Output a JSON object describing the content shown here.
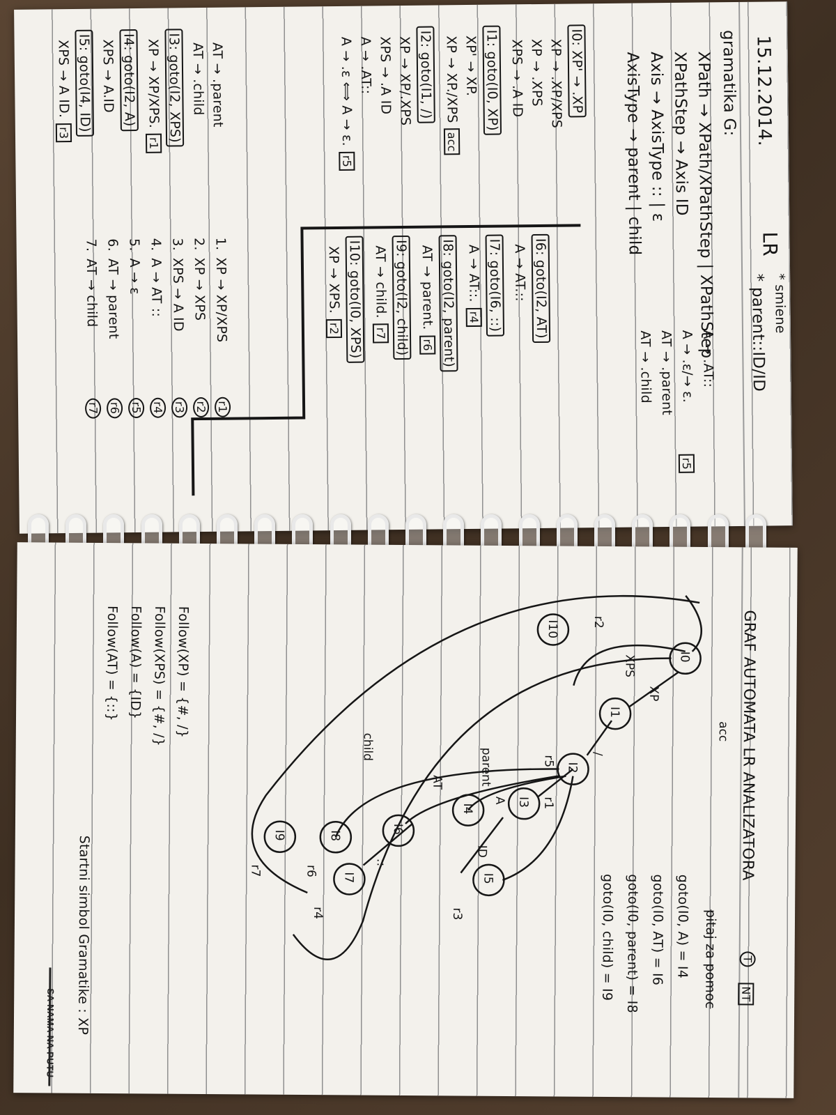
{
  "top_page": {
    "date": "15.12.2014.",
    "title": "LR",
    "header_note": "* parent::ID/ID",
    "header_note_top": "* smiene",
    "grammar_title": "gramatika G:",
    "grammar_rules": [
      "XPath → XPath/XPathStep | XPathStep",
      "XPathStep → Axis ID",
      "Axis → AxisType :: | ε",
      "AxisType → parent | child"
    ],
    "side_rules": [
      "A → .AT::",
      "A → .ε/→ ε.",
      "AT → .parent",
      "AT → .child"
    ],
    "side_tag": "r5",
    "states_col1": [
      {
        "head": "I0: XP' → .XP",
        "items": [
          "XP → .XP/XPS",
          "XP → .XPS",
          "XPS → .A ID"
        ]
      },
      {
        "head": "I1: goto(I0, XP)",
        "items": [
          "XP' → XP.",
          "XP → XP./XPS"
        ],
        "tag": "acc"
      },
      {
        "head": "I2: goto(I1, /)",
        "items": [
          "XP → XP/.XPS",
          "XPS → .A ID",
          "A → .AT::",
          "A → .ε ⟺ A → ε."
        ],
        "tag": "r5"
      },
      {
        "head": "I3: goto(I2, XPS)",
        "items": [
          "XP → XP/XPS."
        ],
        "tag": "r1"
      },
      {
        "head": "I4: goto(I2, A)",
        "items": [
          "XPS → A.ID"
        ]
      },
      {
        "head": "I5: goto(I4, ID)",
        "items": [
          "XPS → A ID."
        ],
        "tag": "r3"
      }
    ],
    "extra_items": [
      "AT → .parent",
      "AT → .child"
    ],
    "states_col2": [
      {
        "head": "I6: goto(I2, AT)",
        "items": [
          "A → AT.::"
        ]
      },
      {
        "head": "I7: goto(I6, ::)",
        "items": [
          "A → AT::."
        ],
        "tag": "r4"
      },
      {
        "head": "I8: goto(I2, parent)",
        "items": [
          "AT → parent."
        ],
        "tag": "r6"
      },
      {
        "head": "I9: goto(I2, child)",
        "items": [
          "AT → child."
        ],
        "tag": "r7"
      },
      {
        "head": "I10: goto(I0, XPS)",
        "items": [
          "XP → XPS."
        ],
        "tag": "r2"
      }
    ],
    "numbered_rules": [
      {
        "n": "1.",
        "rule": "XP → XP/XPS",
        "tag": "r1"
      },
      {
        "n": "2.",
        "rule": "XP → XPS",
        "tag": "r2"
      },
      {
        "n": "3.",
        "rule": "XPS → A ID",
        "tag": "r3"
      },
      {
        "n": "4.",
        "rule": "A → AT ::",
        "tag": "r4"
      },
      {
        "n": "5.",
        "rule": "A → ε",
        "tag": "r5"
      },
      {
        "n": "6.",
        "rule": "AT → parent",
        "tag": "r6"
      },
      {
        "n": "7.",
        "rule": "AT → child",
        "tag": "r7"
      }
    ]
  },
  "bottom_page": {
    "title": "GRAF AUTOMATA LR ANALIZATORA",
    "title_marks": [
      "T",
      "NT"
    ],
    "crossed_note": "pitaj za pomoc",
    "gotos": [
      "goto(I0, A) = I4",
      "goto(I0, AT) = I6",
      "goto(I0, parent) = I8",
      "goto(I0, child) = I9"
    ],
    "graph_nodes": [
      "I0",
      "I1",
      "I2",
      "I3",
      "I4",
      "I5",
      "I6",
      "I7",
      "I8",
      "I9",
      "I10"
    ],
    "graph_labels": [
      "XP",
      "/",
      "A",
      "AT",
      "XPS",
      "ID",
      "::",
      "parent",
      "child",
      "acc",
      "r1",
      "r2",
      "r3",
      "r4",
      "r5",
      "r6",
      "r7"
    ],
    "follow_sets": [
      "Follow(XP) = {#, /}",
      "Follow(XPS) = {#, /}",
      "Follow(A) = {ID}",
      "Follow(AT) = {::}"
    ],
    "start_symbol": "Startni simbol Gramatike : XP",
    "brand": "SA NAMA NA PUTU"
  }
}
